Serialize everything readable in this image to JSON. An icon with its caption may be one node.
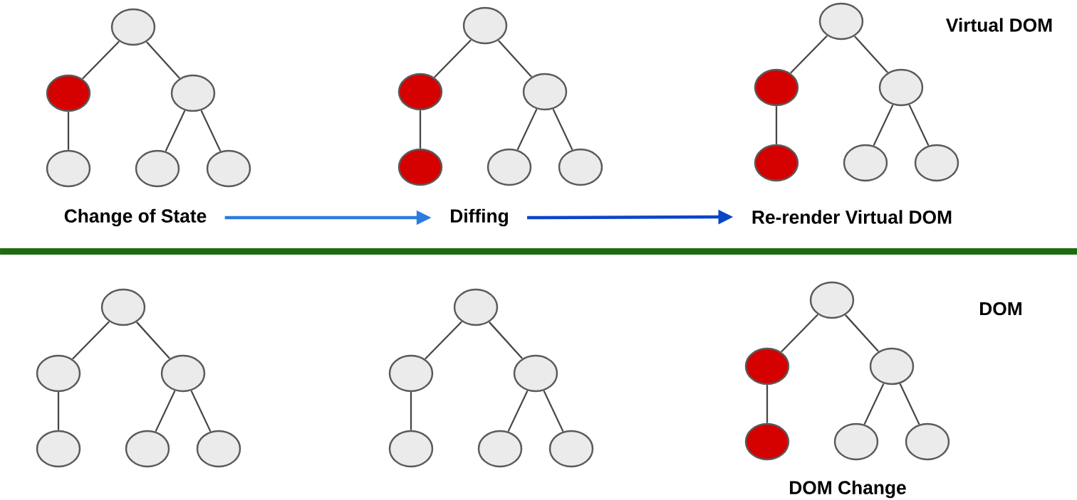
{
  "diagram": {
    "nodes": [
      {
        "text": [],
        "shape": "circle"
      },
      {
        "text": [],
        "shape": "circle"
      },
      {
        "text": [],
        "shape": "circle"
      },
      {
        "text": [],
        "shape": "circle"
      },
      {
        "text": [],
        "shape": "circle"
      },
      {
        "text": [],
        "shape": "circle"
      },
      {
        "text": [],
        "shape": "circle"
      },
      {
        "text": [],
        "shape": "circle"
      },
      {
        "text": [],
        "shape": "circle"
      },
      {
        "text": [],
        "shape": "circle"
      },
      {
        "text": [],
        "shape": "circle"
      },
      {
        "text": [],
        "shape": "circle"
      },
      {
        "text": [],
        "shape": "circle"
      },
      {
        "text": [],
        "shape": "circle"
      },
      {
        "text": [],
        "shape": "circle"
      },
      {
        "text": [],
        "shape": "circle"
      },
      {
        "text": [],
        "shape": "circle"
      },
      {
        "text": [],
        "shape": "circle"
      },
      {
        "text": [
          "Change of State"
        ]
      },
      {
        "text": [
          "Diffing"
        ]
      },
      {
        "text": [
          "Re-render Virtual DOM"
        ]
      },
      {
        "text": [],
        "shape": "circle"
      },
      {
        "text": [],
        "shape": "circle"
      },
      {
        "text": [],
        "shape": "circle"
      },
      {
        "text": [],
        "shape": "circle"
      },
      {
        "text": [],
        "shape": "circle"
      },
      {
        "text": [],
        "shape": "circle"
      },
      {
        "text": [],
        "shape": "circle"
      },
      {
        "text": [],
        "shape": "circle"
      },
      {
        "text": [],
        "shape": "circle"
      },
      {
        "text": [],
        "shape": "circle"
      },
      {
        "text": [],
        "shape": "circle"
      },
      {
        "text": [],
        "shape": "circle"
      },
      {
        "text": [],
        "shape": "circle"
      },
      {
        "text": [],
        "shape": "circle"
      },
      {
        "text": [],
        "shape": "circle"
      },
      {
        "text": [],
        "shape": "circle"
      },
      {
        "text": [],
        "shape": "circle"
      },
      {
        "text": [],
        "shape": "circle"
      }
    ],
    "edges": [
      {
        "from": 0,
        "to": 1,
        "arrow": "none"
      },
      {
        "from": 0,
        "to": 2,
        "arrow": "none"
      },
      {
        "from": 1,
        "to": 3,
        "arrow": "none"
      },
      {
        "from": 2,
        "to": 4,
        "arrow": "none"
      },
      {
        "from": 2,
        "to": 5,
        "arrow": "none"
      },
      {
        "from": 6,
        "to": 7,
        "arrow": "none"
      },
      {
        "from": 6,
        "to": 8,
        "arrow": "none"
      },
      {
        "from": 7,
        "to": 9,
        "arrow": "none"
      },
      {
        "from": 8,
        "to": 10,
        "arrow": "none"
      },
      {
        "from": 8,
        "to": 11,
        "arrow": "none"
      },
      {
        "from": 12,
        "to": 13,
        "arrow": "none"
      },
      {
        "from": 12,
        "to": 14,
        "arrow": "none"
      },
      {
        "from": 13,
        "to": 15,
        "arrow": "none"
      },
      {
        "from": 14,
        "to": 16,
        "arrow": "none"
      },
      {
        "from": 14,
        "to": 17,
        "arrow": "none"
      },
      {
        "from": 18,
        "to": 19,
        "arrow": "to",
        "style": "thick",
        "color": "#2b7be0"
      },
      {
        "from": 19,
        "to": 20,
        "arrow": "to",
        "style": "thick",
        "color": "#0b45c8"
      },
      {
        "from": 21,
        "to": 22,
        "arrow": "none"
      },
      {
        "from": 21,
        "to": 23,
        "arrow": "none"
      },
      {
        "from": 22,
        "to": 24,
        "arrow": "none"
      },
      {
        "from": 23,
        "to": 25,
        "arrow": "none"
      },
      {
        "from": 23,
        "to": 26,
        "arrow": "none"
      },
      {
        "from": 27,
        "to": 28,
        "arrow": "none"
      },
      {
        "from": 27,
        "to": 29,
        "arrow": "none"
      },
      {
        "from": 28,
        "to": 30,
        "arrow": "none"
      },
      {
        "from": 29,
        "to": 31,
        "arrow": "none"
      },
      {
        "from": 29,
        "to": 32,
        "arrow": "none"
      },
      {
        "from": 33,
        "to": 34,
        "arrow": "none"
      },
      {
        "from": 33,
        "to": 35,
        "arrow": "none"
      },
      {
        "from": 34,
        "to": 36,
        "arrow": "none"
      },
      {
        "from": 35,
        "to": 37,
        "arrow": "none"
      },
      {
        "from": 35,
        "to": 38,
        "arrow": "none"
      }
    ],
    "labels": [
      "Virtual DOM",
      "DOM",
      "DOM Change"
    ]
  }
}
